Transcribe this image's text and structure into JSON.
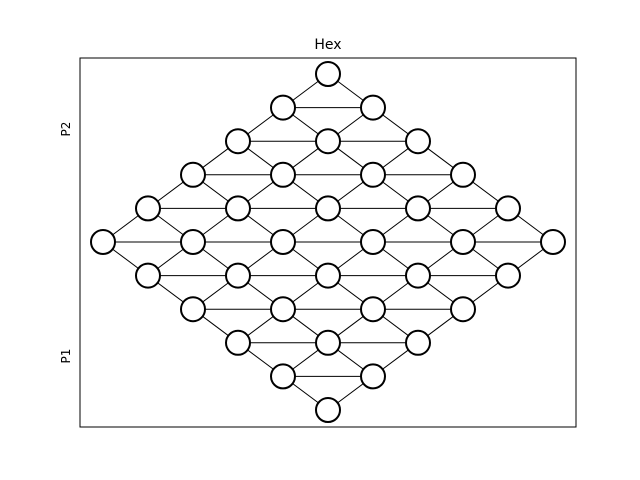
{
  "title": "Hex",
  "players": {
    "top_label": "P2",
    "bottom_label": "P1"
  },
  "board": {
    "size": 6,
    "orientation": "rhombus-vertical",
    "cell_state": "empty",
    "cell_fill": "#ffffff",
    "cell_stroke": "#000000",
    "edge_color": "#000000"
  }
}
